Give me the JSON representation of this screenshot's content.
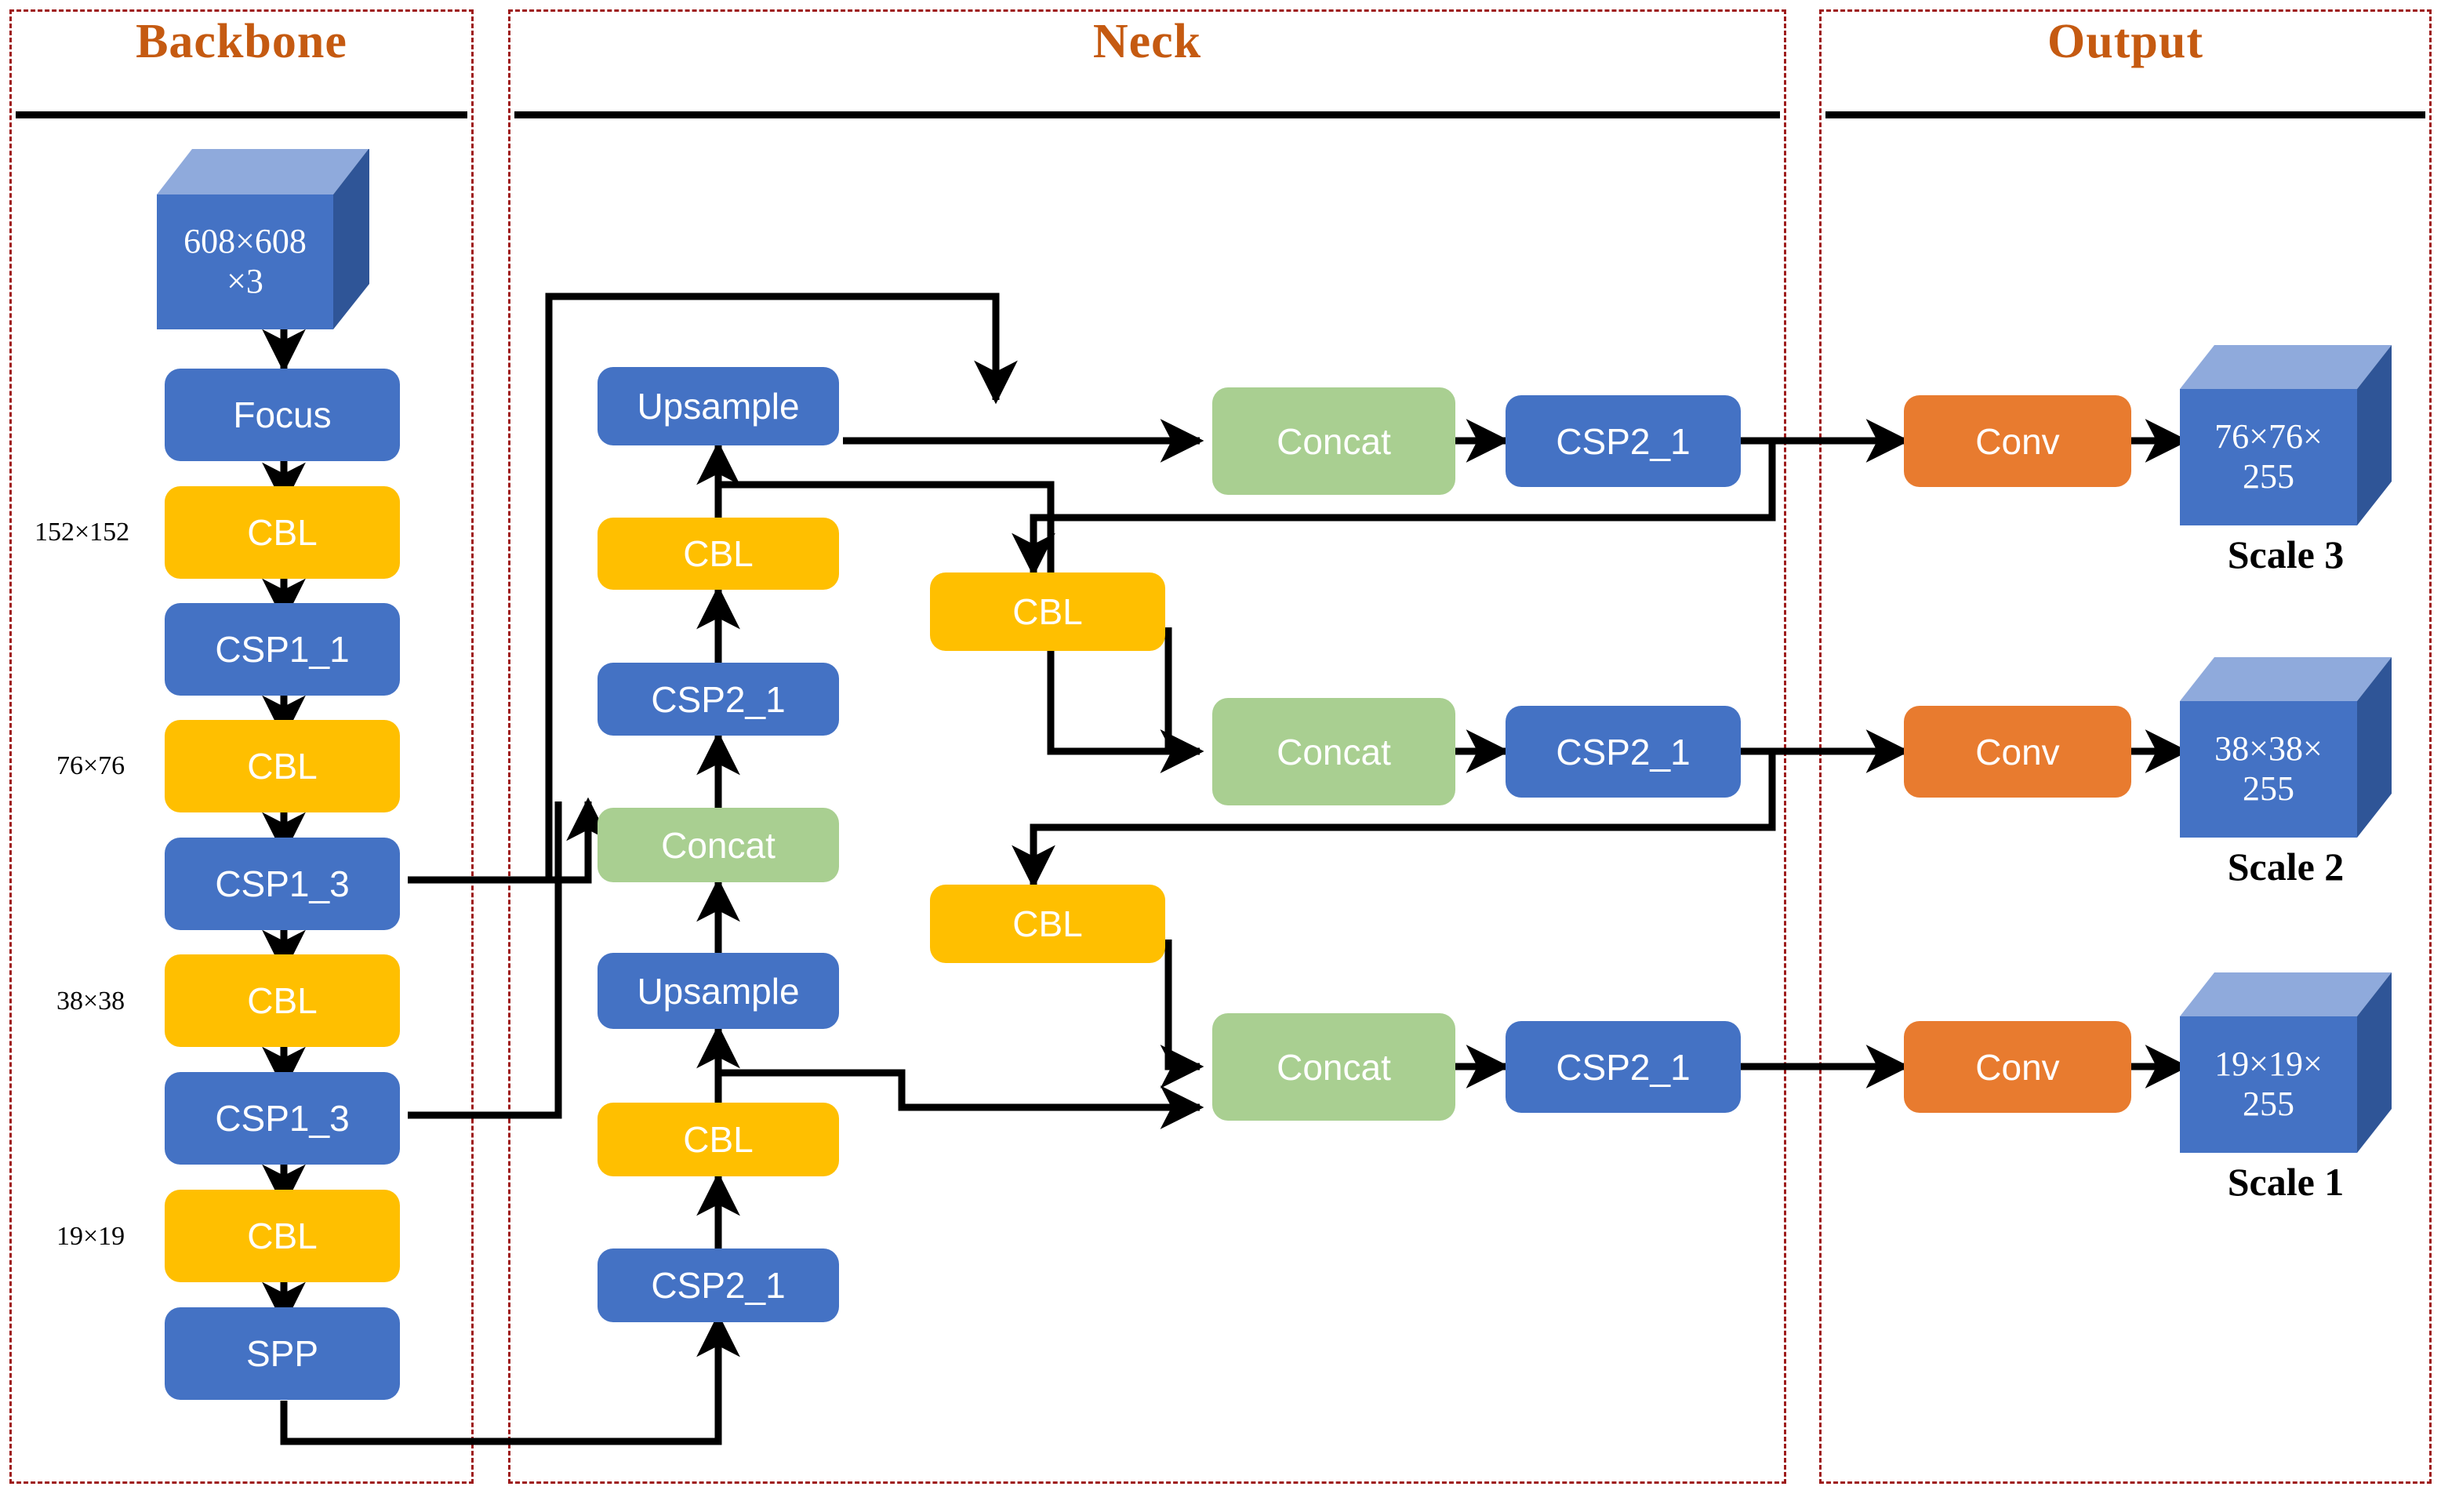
{
  "panels": [
    {
      "title": "Backbone"
    },
    {
      "title": "Neck"
    },
    {
      "title": "Output"
    }
  ],
  "backbone": {
    "input_cube": {
      "line1": "608×608",
      "line2": "×3"
    },
    "nodes": [
      {
        "label": "Focus",
        "type": "blue"
      },
      {
        "label": "CBL",
        "type": "yellow"
      },
      {
        "label": "CSP1_1",
        "type": "blue"
      },
      {
        "label": "CBL",
        "type": "yellow"
      },
      {
        "label": "CSP1_3",
        "type": "blue"
      },
      {
        "label": "CBL",
        "type": "yellow"
      },
      {
        "label": "CSP1_3",
        "type": "blue"
      },
      {
        "label": "CBL",
        "type": "yellow"
      },
      {
        "label": "SPP",
        "type": "blue"
      }
    ],
    "dim_labels": [
      {
        "text": "152×152"
      },
      {
        "text": "76×76"
      },
      {
        "text": "38×38"
      },
      {
        "text": "19×19"
      }
    ]
  },
  "neck": {
    "left_column": [
      {
        "label": "Upsample",
        "type": "blue"
      },
      {
        "label": "CBL",
        "type": "yellow"
      },
      {
        "label": "CSP2_1",
        "type": "blue"
      },
      {
        "label": "Concat",
        "type": "green"
      },
      {
        "label": "Upsample",
        "type": "blue"
      },
      {
        "label": "CBL",
        "type": "yellow"
      },
      {
        "label": "CSP2_1",
        "type": "blue"
      }
    ],
    "mid_column": [
      {
        "label": "CBL",
        "type": "yellow"
      },
      {
        "label": "CBL",
        "type": "yellow"
      }
    ],
    "concat_column": [
      {
        "label": "Concat",
        "type": "green"
      },
      {
        "label": "Concat",
        "type": "green"
      },
      {
        "label": "Concat",
        "type": "green"
      }
    ],
    "csp_column": [
      {
        "label": "CSP2_1",
        "type": "blue"
      },
      {
        "label": "CSP2_1",
        "type": "blue"
      },
      {
        "label": "CSP2_1",
        "type": "blue"
      }
    ]
  },
  "output": {
    "convs": [
      {
        "label": "Conv",
        "type": "orange"
      },
      {
        "label": "Conv",
        "type": "orange"
      },
      {
        "label": "Conv",
        "type": "orange"
      }
    ],
    "cubes": [
      {
        "line1": "76×76×",
        "line2": "255",
        "caption": "Scale 3"
      },
      {
        "line1": "38×38×",
        "line2": "255",
        "caption": "Scale 2"
      },
      {
        "line1": "19×19×",
        "line2": "255",
        "caption": "Scale 1"
      }
    ]
  },
  "colors": {
    "blue": "#4472C4",
    "blue_dark": "#2F5597",
    "blue_light": "#8FAADC",
    "yellow": "#FFBF00",
    "green": "#A9CF91",
    "orange": "#E87B2F",
    "title": "#C55A11",
    "panel_border": "#9E1B1B",
    "wire": "#000000"
  }
}
